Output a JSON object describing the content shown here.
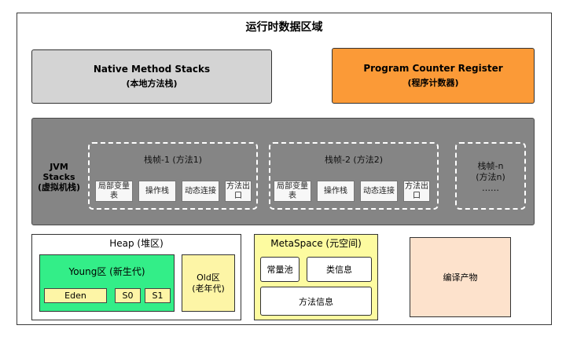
{
  "title": "运行时数据区域",
  "native": {
    "title": "Native Method Stacks",
    "sub": "(本地方法栈)"
  },
  "pcr": {
    "title": "Program Counter Register",
    "sub": "(程序计数器)"
  },
  "jvm": {
    "label_line1": "JVM Stacks",
    "label_line2": "(虚拟机栈)",
    "frame1": {
      "title": "栈帧-1 (方法1)",
      "cells": [
        "局部变量表",
        "操作栈",
        "动态连接",
        "方法出口"
      ]
    },
    "frame2": {
      "title": "栈帧-2 (方法2)",
      "cells": [
        "局部变量表",
        "操作栈",
        "动态连接",
        "方法出口"
      ]
    },
    "frame_n": {
      "line1": "栈帧-n",
      "line2": "(方法n)",
      "line3": "……"
    }
  },
  "heap": {
    "title": "Heap (堆区)",
    "young": {
      "title": "Young区 (新生代)",
      "cells": [
        "Eden",
        "S0",
        "S1"
      ]
    },
    "old": {
      "line1": "Old区",
      "line2": "(老年代)"
    }
  },
  "metaspace": {
    "title": "MetaSpace (元空间)",
    "cells": [
      "常量池",
      "类信息",
      "方法信息"
    ]
  },
  "compiled": "编译产物",
  "colors": {
    "native": "#d4d4d4",
    "pcr": "#fb9a37",
    "jvm": "#858585",
    "young": "#33ee88",
    "old": "#fdf5a6",
    "metaspace": "#fdfba0",
    "compiled": "#fde2cc"
  }
}
